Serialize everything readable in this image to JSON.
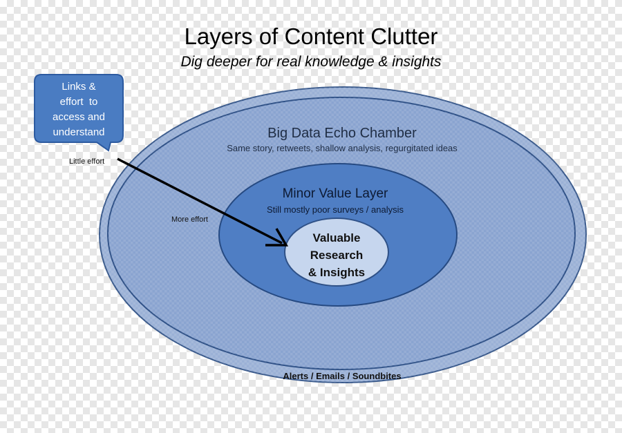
{
  "title": "Layers of Content Clutter",
  "subtitle": "Dig deeper for real knowledge & insights",
  "colors": {
    "outer_ring": "#9bb1d6",
    "outer_ring_stroke": "#3a5a8c",
    "echo_chamber": "#8aa4d0",
    "minor_layer": "#4f7ec4",
    "core": "#c6d6ee",
    "callout": "#4a7cc2",
    "arrow": "#000000"
  },
  "layers": {
    "outer": {
      "bottom_label": "Alerts / Emails / Soundbites"
    },
    "echo_chamber": {
      "heading": "Big Data Echo Chamber",
      "subtext": "Same story, retweets, shallow analysis, regurgitated ideas"
    },
    "minor": {
      "heading": "Minor Value Layer",
      "subtext": "Still mostly poor surveys / analysis"
    },
    "core": {
      "lines": [
        "Valuable",
        "Research",
        "& Insights"
      ]
    }
  },
  "callout": {
    "lines": [
      "Links &",
      "effort  to",
      "access and",
      "understand"
    ]
  },
  "arrow_labels": {
    "start": "Little effort",
    "middle": "More effort"
  }
}
